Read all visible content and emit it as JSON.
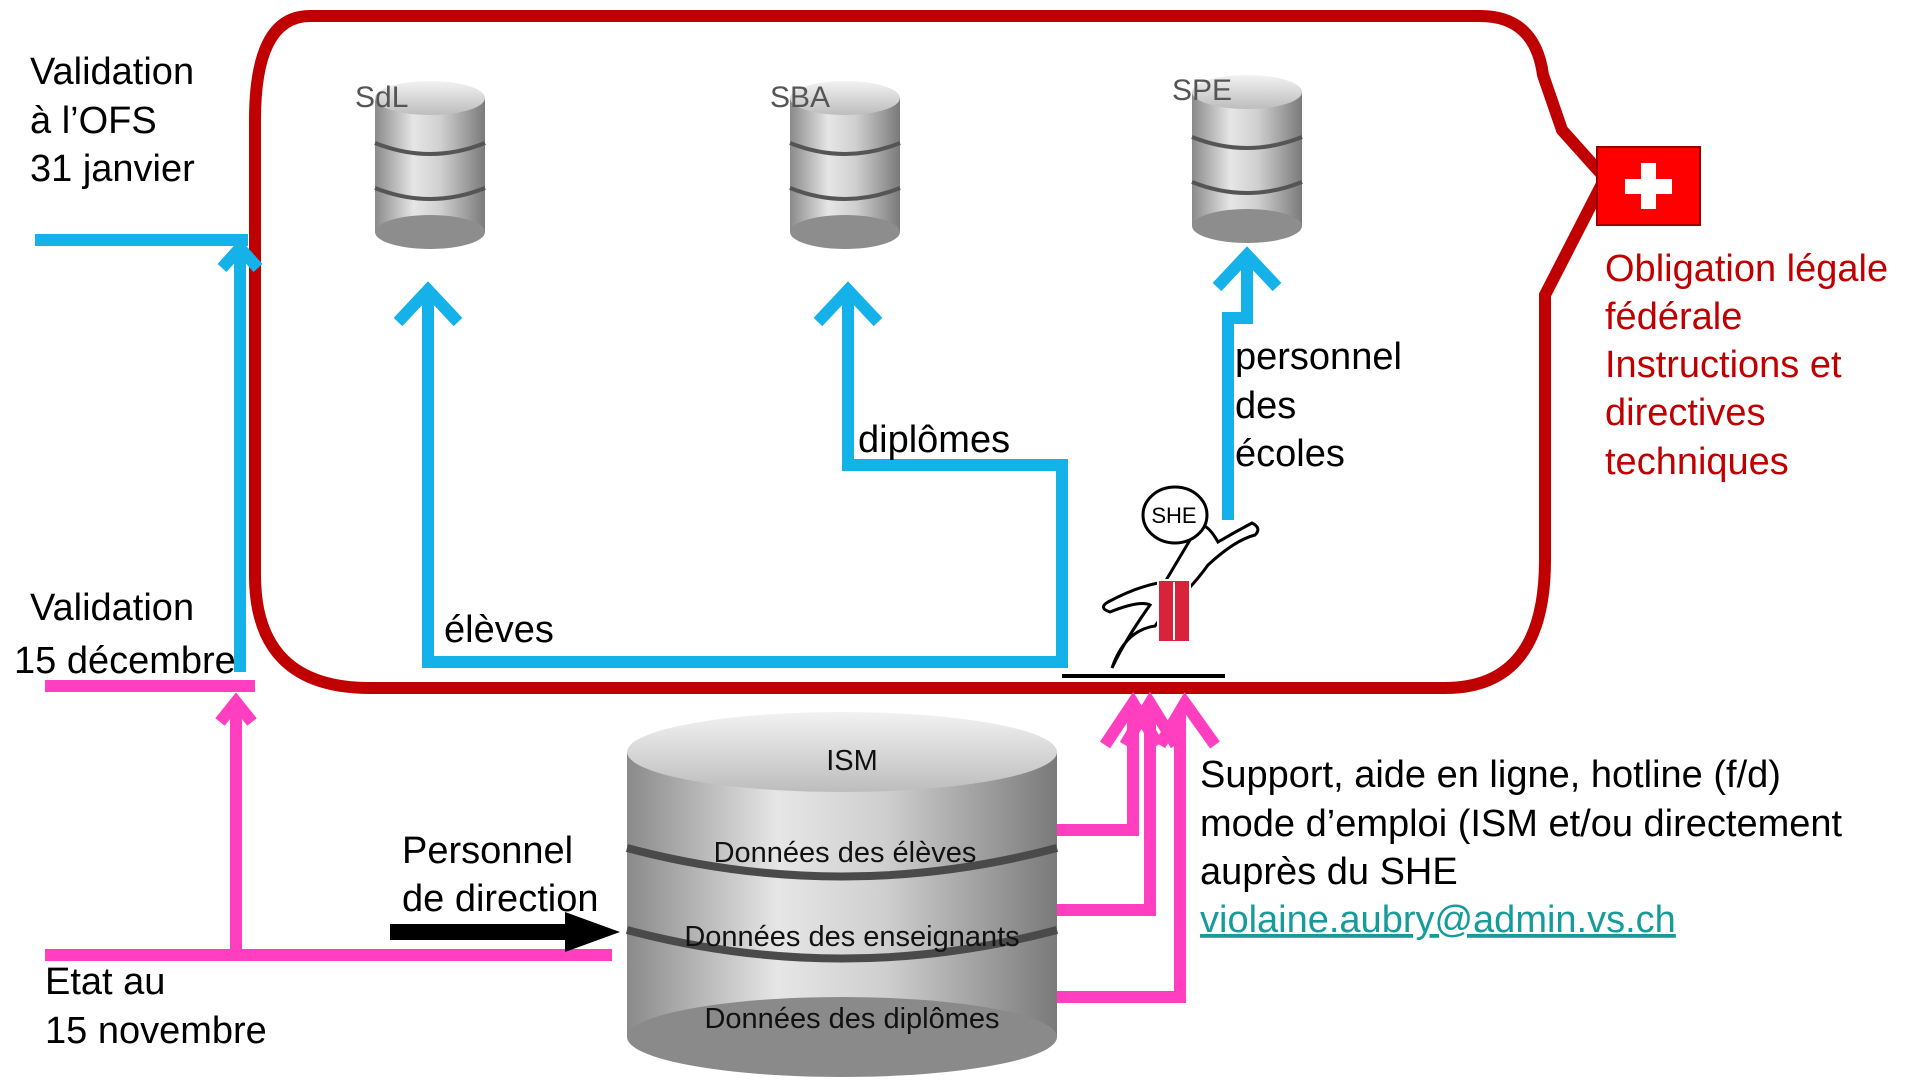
{
  "left_labels": {
    "ofs": [
      "Validation",
      "à l’OFS",
      "31 janvier"
    ],
    "december": [
      "Validation",
      "15 décembre"
    ],
    "november": [
      "Etat au",
      "15 novembre"
    ]
  },
  "databases": [
    {
      "id": "sdl",
      "label": "SdL"
    },
    {
      "id": "sba",
      "label": "SBA"
    },
    {
      "id": "spe",
      "label": "SPE"
    }
  ],
  "flows": {
    "eleves": "élèves",
    "diplomes": "diplômes",
    "personnel": [
      "personnel",
      "des",
      "écoles"
    ]
  },
  "she_label": "SHE",
  "ism": {
    "title": "ISM",
    "rows": [
      "Données des élèves",
      "Données des enseignants",
      "Données des diplômes"
    ]
  },
  "direction_label": [
    "Personnel",
    "de direction"
  ],
  "support": {
    "lines": [
      "Support, aide en ligne, hotline (f/d)",
      "mode d’emploi (ISM et/ou directement",
      "auprès du SHE"
    ],
    "email": "violaine.aubry@admin.vs.ch"
  },
  "federal": {
    "lines": [
      "Obligation légale",
      "fédérale",
      "Instructions et",
      "directives",
      "techniques"
    ]
  },
  "colors": {
    "frame": "#c00000",
    "blue": "#14b2e8",
    "pink": "#ff3fbf",
    "black": "#000000",
    "link": "#169b9b",
    "swiss_red": "#ff0000"
  }
}
